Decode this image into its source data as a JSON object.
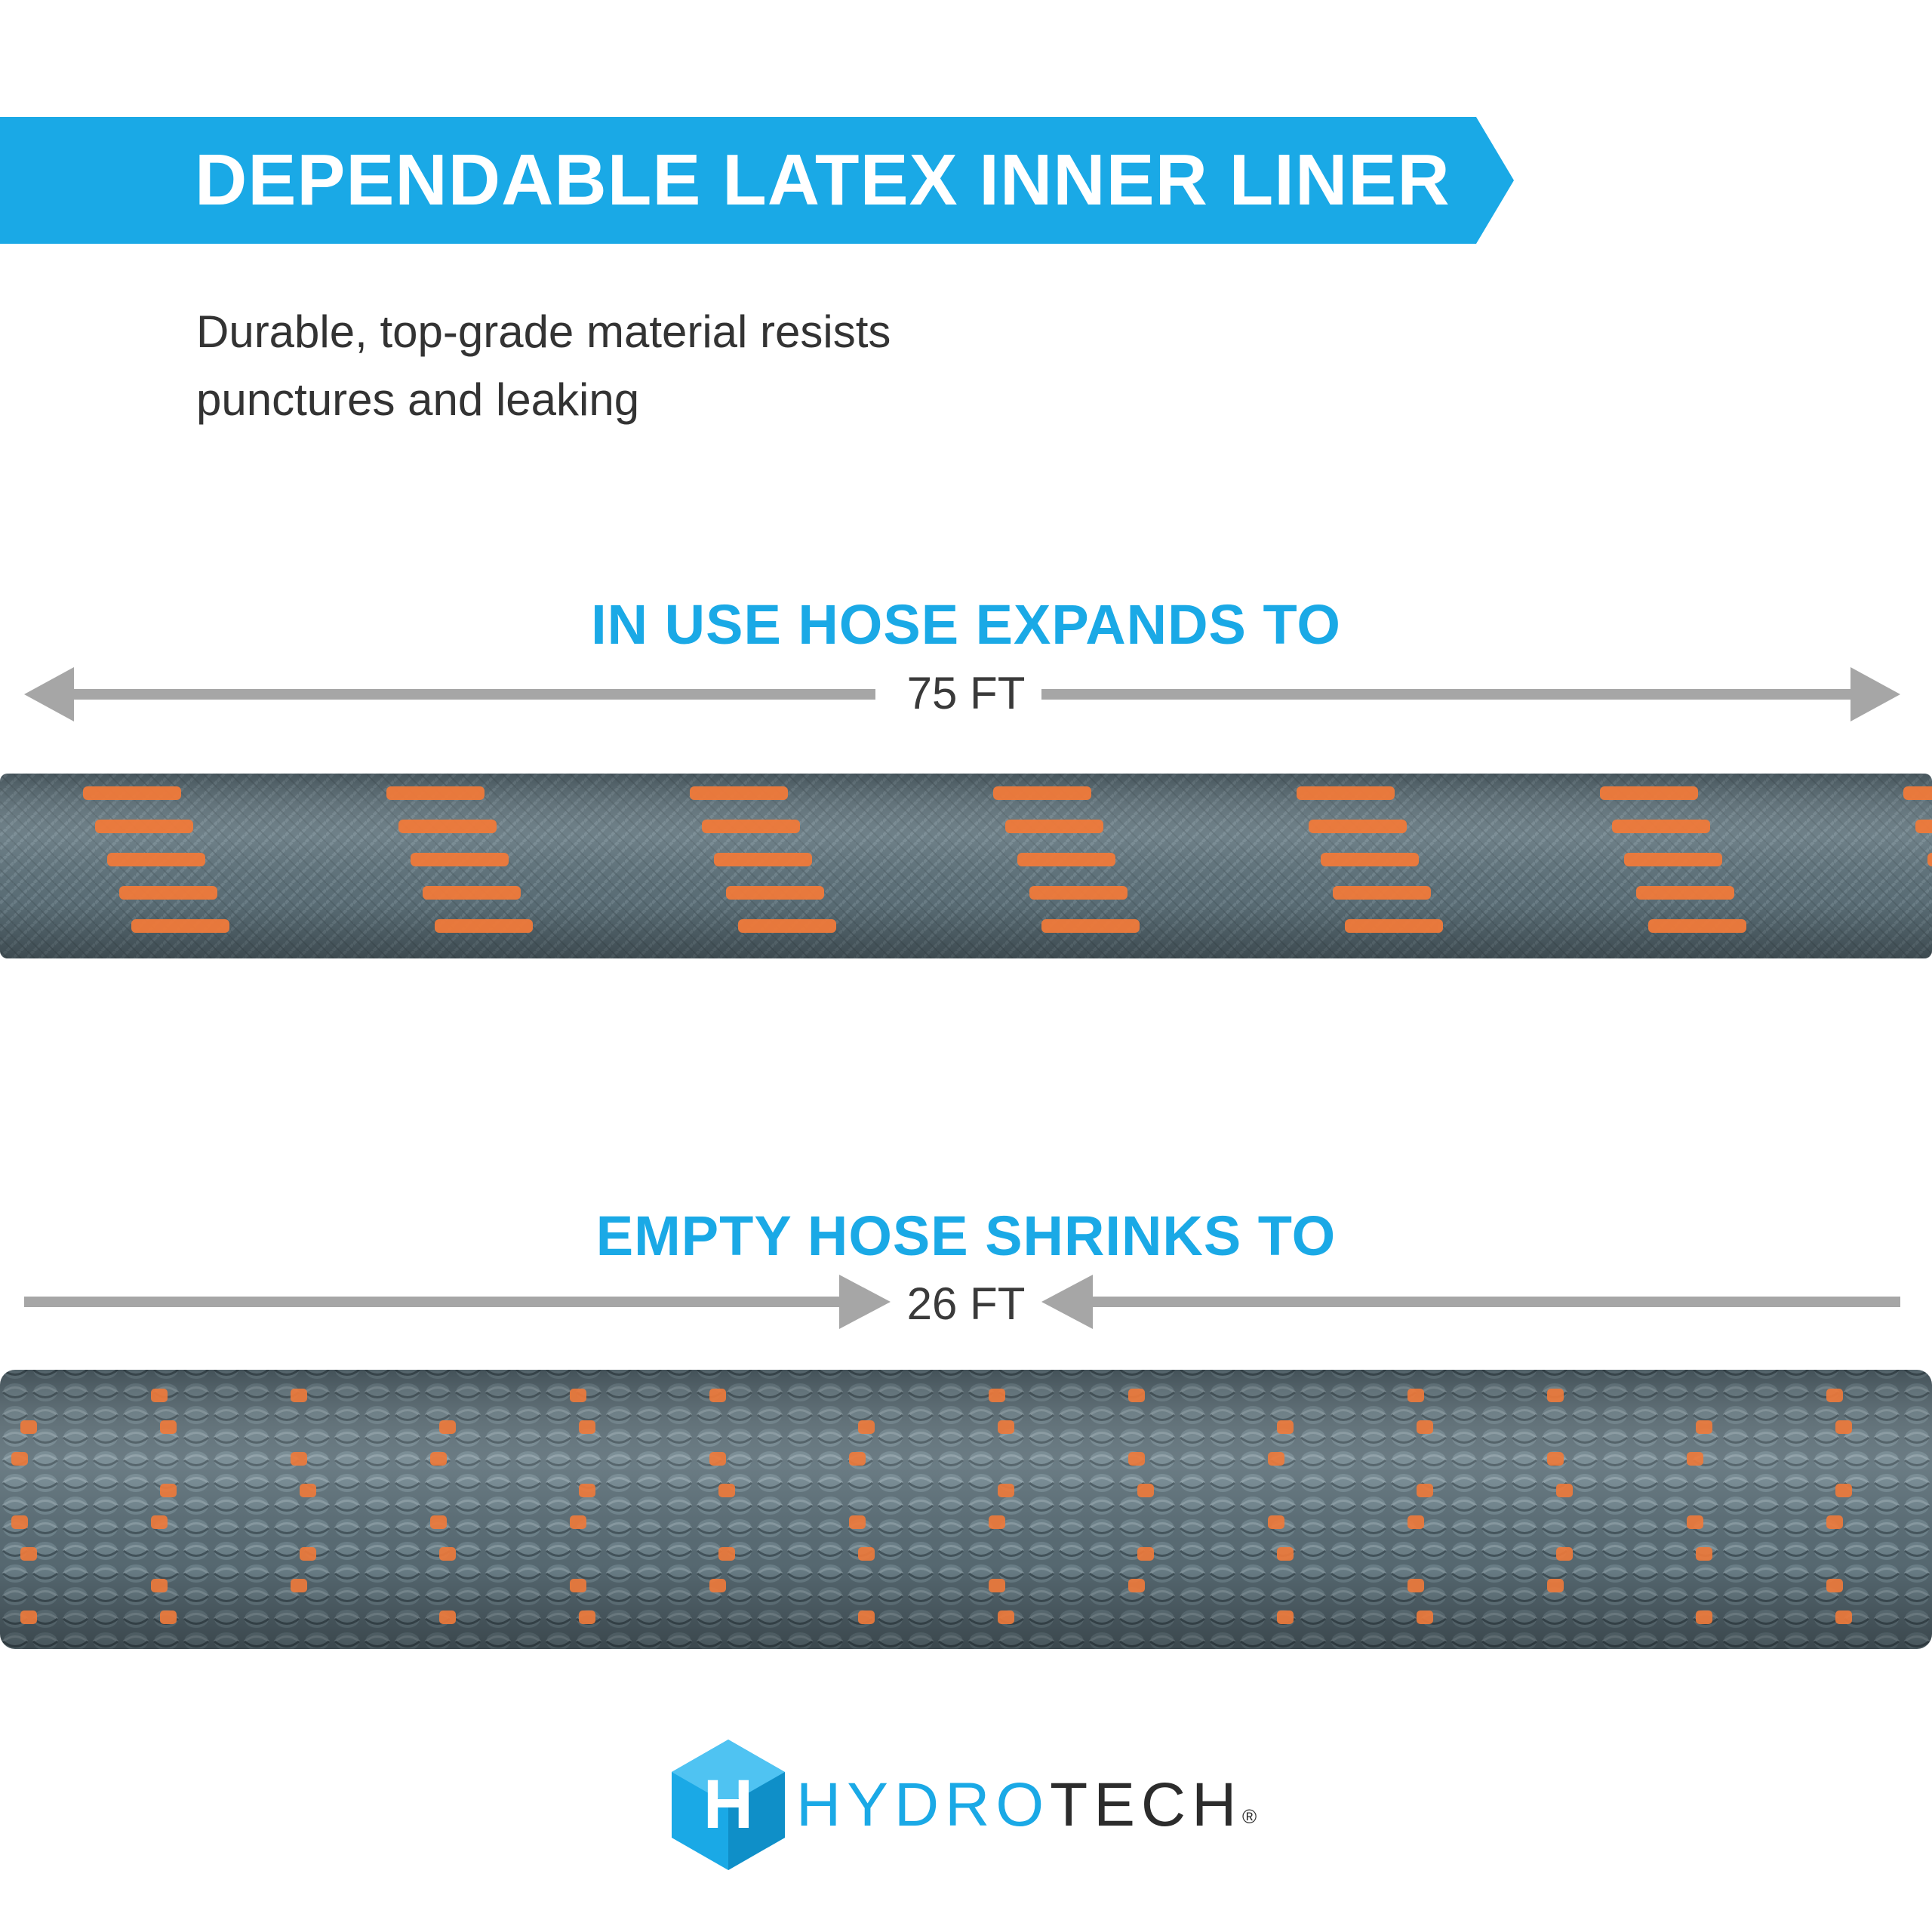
{
  "header": {
    "title": "DEPENDABLE LATEX INNER LINER",
    "subtitle_lines": [
      "Durable, top-grade material resists",
      "punctures and leaking"
    ]
  },
  "expanded": {
    "heading": "IN USE HOSE EXPANDS TO",
    "length_label": "75 FT"
  },
  "contracted": {
    "heading": "EMPTY HOSE SHRINKS TO",
    "length_label": "26 FT"
  },
  "brand": {
    "logo_letter": "H",
    "name_part1": "HYDRO",
    "name_part2": "TECH",
    "registered_mark": "®"
  },
  "colors": {
    "accent_blue": "#1aa9e6",
    "arrow_gray": "#a6a6a6",
    "hose_gray": "#5e727b",
    "hose_orange": "#f07a3a"
  }
}
